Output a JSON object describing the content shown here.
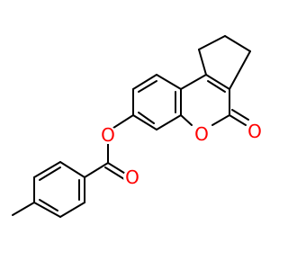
{
  "molecule": {
    "colors": {
      "bond": "#000000",
      "oxygen": "#ff0000",
      "background": "#ffffff"
    },
    "atoms": {
      "o_ester": "O",
      "o_carbonyl_ester": "O",
      "o_ring": "O",
      "o_carbonyl_lactone": "O"
    }
  }
}
